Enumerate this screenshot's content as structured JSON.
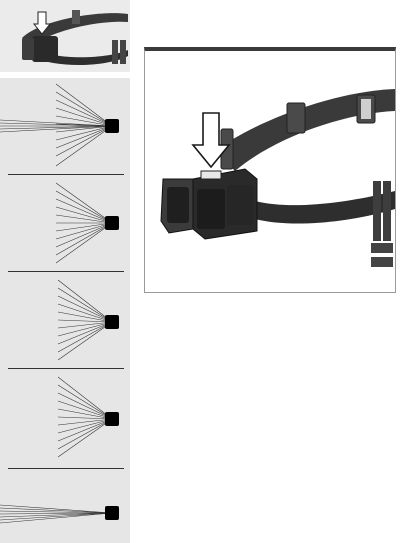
{
  "page": {
    "title": "",
    "modes": [
      {
        "id": "mode-1"
      },
      {
        "id": "mode-2"
      },
      {
        "id": "mode-3"
      },
      {
        "id": "mode-4"
      },
      {
        "id": "mode-5"
      }
    ]
  },
  "colors": {
    "background": "#ffffff",
    "left_column": "#e6e6e6",
    "frame_top": "#3a3a3a",
    "indicator": "#000000"
  },
  "icons": [
    "headlamp-thumbnail",
    "press-arrow-icon",
    "beam-pattern-icon",
    "mode-indicator-icon"
  ]
}
